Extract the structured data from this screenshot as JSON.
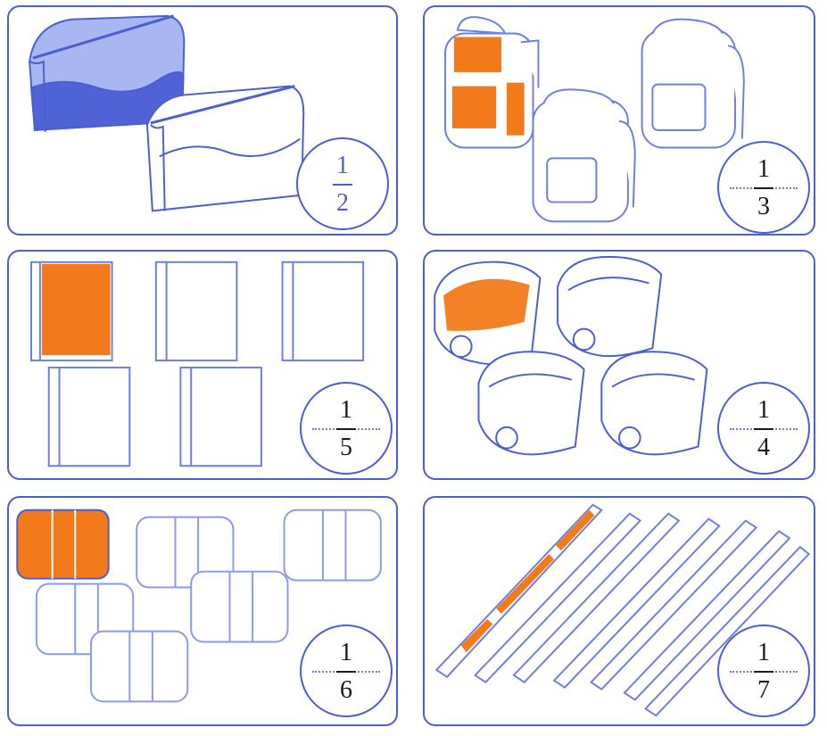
{
  "cards": [
    {
      "id": "pencil-cases",
      "numerator": "1",
      "denominator": "2",
      "filled": 1,
      "total": 2
    },
    {
      "id": "backpacks",
      "numerator": "1",
      "denominator": "3",
      "filled": 1,
      "total": 3
    },
    {
      "id": "notebooks",
      "numerator": "1",
      "denominator": "5",
      "filled": 1,
      "total": 5
    },
    {
      "id": "sharpeners",
      "numerator": "1",
      "denominator": "4",
      "filled": 1,
      "total": 4
    },
    {
      "id": "erasers",
      "numerator": "1",
      "denominator": "6",
      "filled": 1,
      "total": 6
    },
    {
      "id": "fountain-pens",
      "numerator": "1",
      "denominator": "7",
      "filled": 1,
      "total": 7
    }
  ],
  "colors": {
    "outline": "#4a5fd1",
    "shade_blue": "#4f63d6",
    "shade_orange": "#f27a1a"
  }
}
